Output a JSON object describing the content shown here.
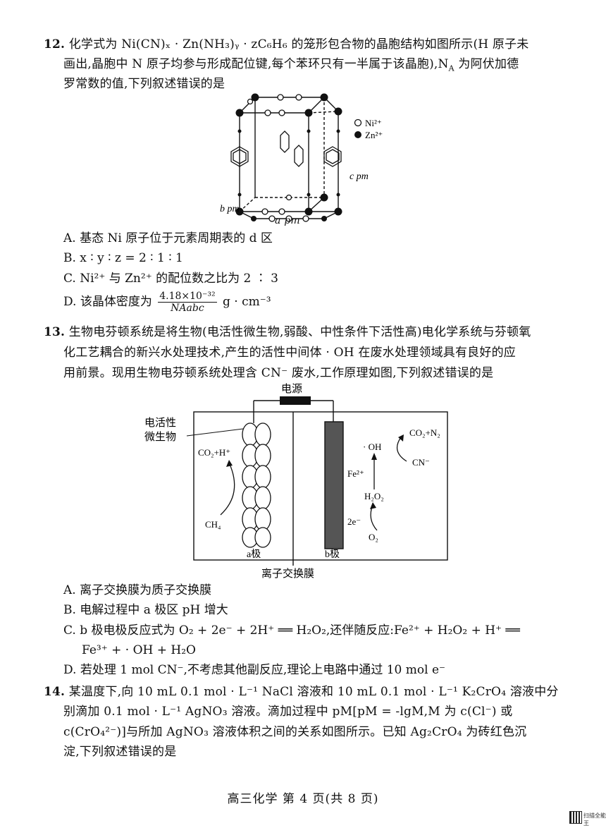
{
  "q12": {
    "number": "12.",
    "line1": "化学式为 Ni(CN)ₓ · Zn(NH₃)ᵧ · zC₆H₆ 的笼形包合物的晶胞结构如图所示(H 原子未",
    "line2": "画出,晶胞中 N 原子均参与形成配位键,每个苯环只有一半属于该晶胞),N",
    "line2_sub": "A",
    "line2_tail": " 为阿伏加德",
    "line3": "罗常数的值,下列叙述错误的是",
    "figure": {
      "legend_ni": "Ni²⁺",
      "legend_zn": "Zn²⁺",
      "label_c": "c pm",
      "label_b": "b pm",
      "label_a": "a pm"
    },
    "options": {
      "A": "A. 基态 Ni 原子位于元素周期表的 d 区",
      "B": "B. x ∶ y ∶ z = 2 ∶ 1 ∶ 1",
      "C": "C. Ni²⁺ 与 Zn²⁺ 的配位数之比为 2 ∶ 3",
      "D_prefix": "D. 该晶体密度为",
      "D_num": "4.18×10⁻³²",
      "D_den": "NAabc",
      "D_unit": "g · cm⁻³"
    }
  },
  "q13": {
    "number": "13.",
    "line1": "生物电芬顿系统是将生物(电活性微生物,弱酸、中性条件下活性高)电化学系统与芬顿氧",
    "line2": "化工艺耦合的新兴水处理技术,产生的活性中间体 · OH 在废水处理领域具有良好的应",
    "line3": "用前景。现用生物电芬顿系统处理含 CN⁻ 废水,工作原理如图,下列叙述错误的是",
    "figure": {
      "power_label": "电源",
      "microbe_label_1": "电活性",
      "microbe_label_2": "微生物",
      "co2_h": "CO₂+H⁺",
      "ch4": "CH₄",
      "electrode_a": "a极",
      "electrode_b": "b极",
      "fe2": "Fe²⁺",
      "two_e": "2e⁻",
      "h2o2": "H₂O₂",
      "o2": "O₂",
      "oh": "· OH",
      "co2_n2": "CO₂+N₂",
      "cn": "CN⁻",
      "membrane": "离子交换膜"
    },
    "options": {
      "A": "A. 离子交换膜为质子交换膜",
      "B": "B. 电解过程中 a 极区 pH 增大",
      "C1": "C. b 极电极反应式为 O₂ + 2e⁻ + 2H⁺ ══ H₂O₂,还伴随反应:Fe²⁺ + H₂O₂ + H⁺ ══",
      "C2": "Fe³⁺ + · OH + H₂O",
      "D": "D. 若处理 1 mol CN⁻,不考虑其他副反应,理论上电路中通过 10 mol e⁻"
    }
  },
  "q14": {
    "number": "14.",
    "line1": "某温度下,向 10 mL 0.1 mol · L⁻¹ NaCl 溶液和 10 mL 0.1 mol · L⁻¹ K₂CrO₄ 溶液中分",
    "line2": "别滴加 0.1 mol · L⁻¹ AgNO₃ 溶液。滴加过程中 pM[pM = -lgM,M 为 c(Cl⁻) 或",
    "line3": "c(CrO₄²⁻)]与所加 AgNO₃ 溶液体积之间的关系如图所示。已知 Ag₂CrO₄ 为砖红色沉",
    "line4": "淀,下列叙述错误的是"
  },
  "footer": "高三化学  第 4 页(共 8 页)",
  "corner_mark": "扫描全能王"
}
